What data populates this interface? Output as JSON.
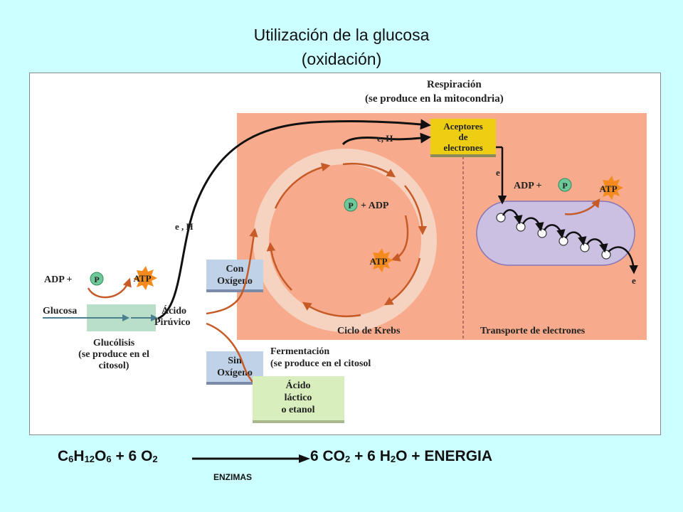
{
  "title": {
    "line1": "Utilización de la glucosa",
    "line2": "(oxidación)"
  },
  "diagram": {
    "respiration": {
      "title": "Respiración",
      "subtitle": "(se produce en la mitocondria)"
    },
    "acceptors": [
      "Aceptores",
      "de",
      "electrones"
    ],
    "electron_pair_top": "e, H",
    "electron_pair_mid": "e , H",
    "krebs": {
      "p": "P",
      "adp": "+ ADP",
      "atp": "ATP",
      "label": "Ciclo de Krebs"
    },
    "transport": {
      "e_in": "e",
      "adp": "ADP +",
      "p": "P",
      "atp": "ATP",
      "e_out": "e",
      "label": "Transporte de electrones"
    },
    "glycolysis": {
      "adp": "ADP +",
      "p": "P",
      "atp": "ATP",
      "glucose": "Glucosa",
      "pyruvic": [
        "Ácido",
        "Pirúvico"
      ],
      "label": [
        "Glucólisis",
        "(se produce en el",
        "citosol)"
      ]
    },
    "with_oxygen": [
      "Con",
      "Oxígeno"
    ],
    "without_oxygen": [
      "Sin",
      "Oxígeno"
    ],
    "fermentation": {
      "title": "Fermentación",
      "subtitle": "(se produce en el citosol"
    },
    "products": [
      "Ácido",
      "láctico",
      "o etanol"
    ]
  },
  "equation": {
    "reactants": {
      "c": "C",
      "c_sub": "6",
      "h": "H",
      "h_sub": "12",
      "o": "O",
      "o_sub": "6",
      "plus": " + 6 O",
      "o2_sub": "2"
    },
    "products": {
      "a": "6 CO",
      "a_sub": "2",
      "b": " + 6 H",
      "b_sub": "2",
      "c": "O + ENERGIA"
    },
    "catalyst": "ENZIMAS"
  },
  "colors": {
    "background": "#ccffff",
    "mito": "#f7ab8c",
    "arrow_orange": "#c75b28",
    "ring": "#f6d2c0",
    "p_circle": "#6fc89a",
    "atp_star": "#f58b1f",
    "acceptor_box": "#eece12",
    "oxygen_box": "#bfd2e8",
    "oxygen_bar": "#7b8aa8",
    "product_box": "#d8eebd",
    "glycolysis_box": "#b9dfc8",
    "membrane": "#cbbfe2"
  }
}
